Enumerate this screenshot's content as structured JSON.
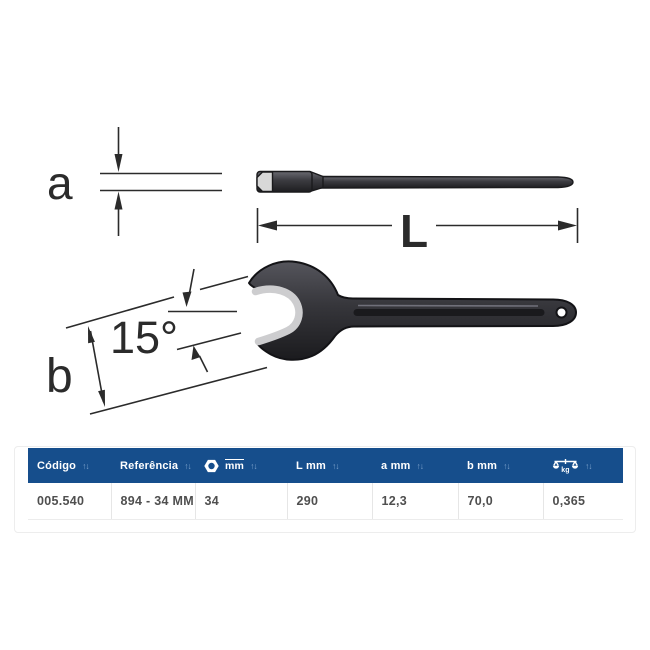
{
  "diagram": {
    "side_view": {
      "thickness_label": "a",
      "length_label": "L"
    },
    "head_view": {
      "width_label": "b",
      "angle_label": "15°"
    }
  },
  "table": {
    "header": {
      "codigo": "Código",
      "referencia": "Referência",
      "size_mm": "mm",
      "l_mm": "L mm",
      "a_mm": "a mm",
      "b_mm": "b mm",
      "weight_kg": "kg",
      "sort_arrows": "↑↓"
    },
    "row": {
      "codigo": "005.540",
      "referencia": "894 - 34 MM",
      "size_mm": "34",
      "l_mm": "290",
      "a_mm": "12,3",
      "b_mm": "70,0",
      "weight_kg": "0,365"
    }
  },
  "colors": {
    "header_bg": "#164e8c",
    "header_text": "#ffffff",
    "sort_arrow": "#7fa3cc",
    "body_text": "#4f4f4f",
    "line_art": "#2b2b2b",
    "steel_dark": "#1b1b1e",
    "jaw_face_light": "#cdcdcf"
  }
}
